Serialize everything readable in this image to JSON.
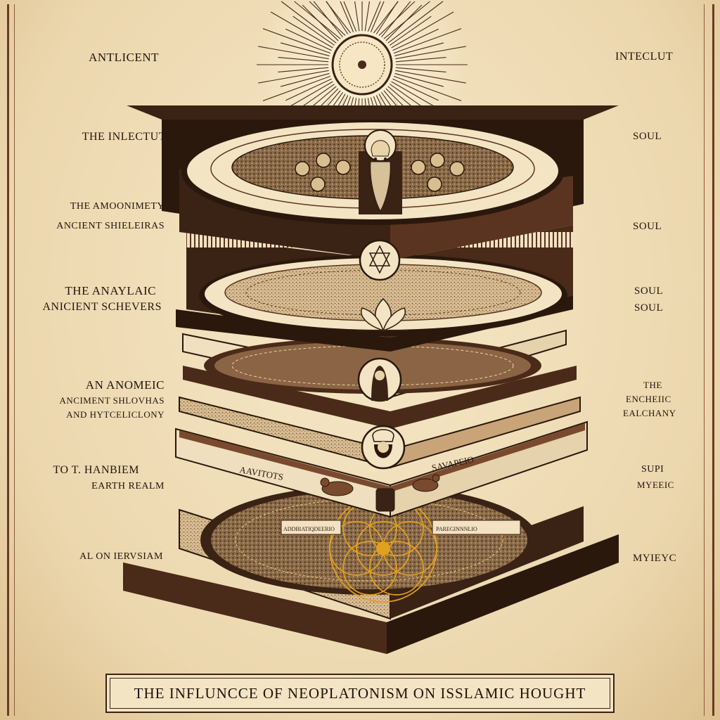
{
  "labels_left": [
    {
      "id": "l1",
      "text": "ANTLICENT"
    },
    {
      "id": "l2",
      "text": "THE INLECTUT"
    },
    {
      "id": "l3",
      "text": "THE AMOONIMETY"
    },
    {
      "id": "l4",
      "text": "ANCIENT SHIELEIRAS"
    },
    {
      "id": "l5",
      "text": "THE ANAYLAIC"
    },
    {
      "id": "l6",
      "text": "ANICIENT SCHEVERS"
    },
    {
      "id": "l7",
      "text": "AN ANOMEIC"
    },
    {
      "id": "l8",
      "text": "ANCIMENT SHLOVHAS"
    },
    {
      "id": "l9",
      "text": "AND HYTCELICLONY"
    },
    {
      "id": "l10",
      "text": "TO  T. HANBIEM"
    },
    {
      "id": "l11",
      "text": "EARTH  REALM"
    },
    {
      "id": "l12",
      "text": "AL ON IERVSIAM"
    }
  ],
  "labels_right": [
    {
      "id": "r1",
      "text": "INTECLUT"
    },
    {
      "id": "r2",
      "text": "SOUL"
    },
    {
      "id": "r3",
      "text": "SOUL"
    },
    {
      "id": "r4",
      "text": "SOUL"
    },
    {
      "id": "r5",
      "text": "SOUL"
    },
    {
      "id": "r6",
      "text": "THE"
    },
    {
      "id": "r7",
      "text": "ENCHEIIC"
    },
    {
      "id": "r8",
      "text": "EALCHANY"
    },
    {
      "id": "r9",
      "text": "SUPI"
    },
    {
      "id": "r10",
      "text": "MYEEIC"
    },
    {
      "id": "r11",
      "text": "MYIEYC"
    }
  ],
  "layer_inscriptions": {
    "layer4_left": "AAVITOTS",
    "layer4_right": "SAVAPEIO",
    "layer5_left": "ADDBIATIQDEERIO",
    "layer5_right": "PAREGINNNLIO"
  },
  "title": "THE INFLUNCCE OF NEOPLATONISM ON ISSLAMIC HOUGHT",
  "colors": {
    "parchment": "#f0dfbd",
    "ink": "#2b1a10",
    "dark_brown": "#4a2a18",
    "mid_brown": "#7a4a2e",
    "gold": "#e0a020"
  },
  "icons": [
    "sun-rays",
    "sage-figure",
    "star-medallion",
    "lotus",
    "hooded-figure-medallion",
    "bearded-figure-medallion",
    "flower-of-life"
  ]
}
